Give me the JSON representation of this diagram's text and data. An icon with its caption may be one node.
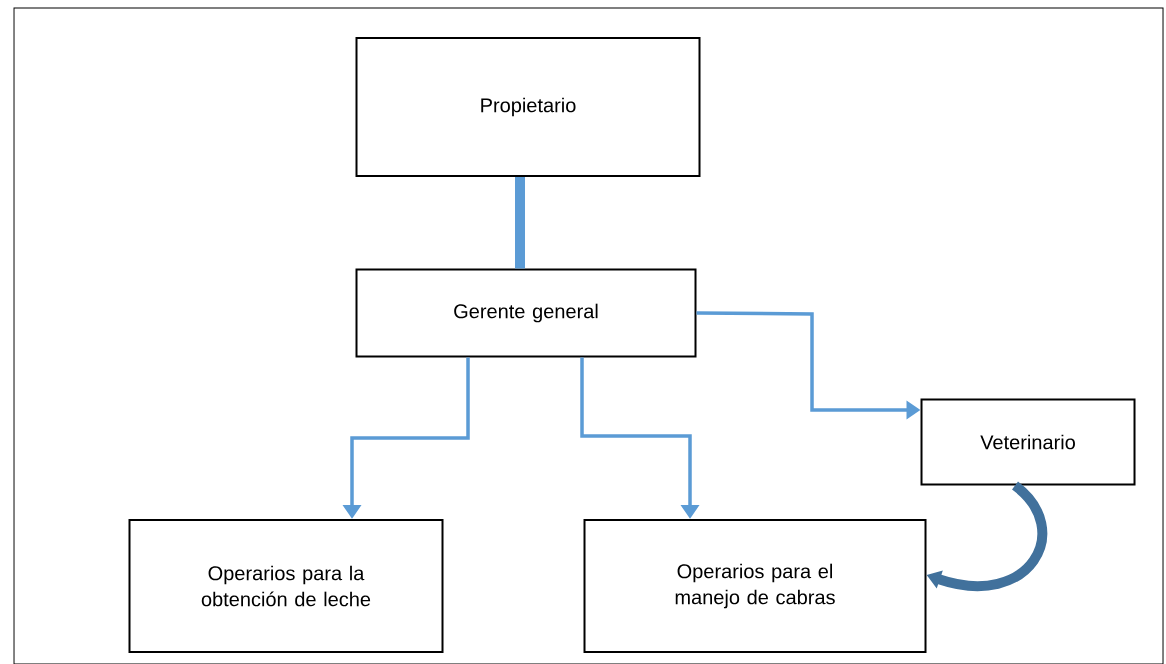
{
  "diagram": {
    "nodes": [
      {
        "text": [
          "Propietario"
        ]
      },
      {
        "text": [
          "Gerente general"
        ]
      },
      {
        "text": [
          "Veterinario"
        ]
      },
      {
        "text": [
          "Operarios para la obtención de leche"
        ]
      },
      {
        "text": [
          "Operarios para el manejo de cabras"
        ]
      }
    ],
    "edges": [
      {
        "from": 0,
        "to": 1,
        "arrow": "none",
        "style": "thick"
      },
      {
        "from": 1,
        "to": 2,
        "arrow": "to"
      },
      {
        "from": 1,
        "to": 3,
        "arrow": "to"
      },
      {
        "from": 1,
        "to": 4,
        "arrow": "to"
      },
      {
        "from": 2,
        "to": 4,
        "arrow": "to",
        "style": "thick",
        "color": "#41719c"
      }
    ]
  }
}
